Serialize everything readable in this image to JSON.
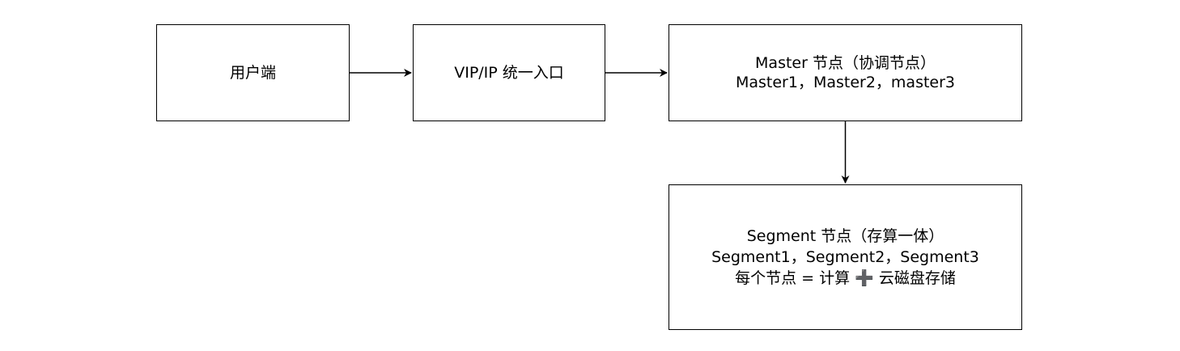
{
  "nodes": {
    "client": {
      "label": "用户端"
    },
    "vip": {
      "label": "VIP/IP 统一入口"
    },
    "master": {
      "title": "Master 节点（协调节点）",
      "members": "Master1，Master2，master3"
    },
    "segment": {
      "title": "Segment 节点（存算一体）",
      "members": "Segment1，Segment2，Segment3",
      "note": "每个节点 = 计算 ➕ 云磁盘存储"
    }
  },
  "edges": [
    {
      "from": "client",
      "to": "vip"
    },
    {
      "from": "vip",
      "to": "master"
    },
    {
      "from": "master",
      "to": "segment"
    }
  ],
  "colors": {
    "stroke": "#000000",
    "background": "#ffffff"
  }
}
